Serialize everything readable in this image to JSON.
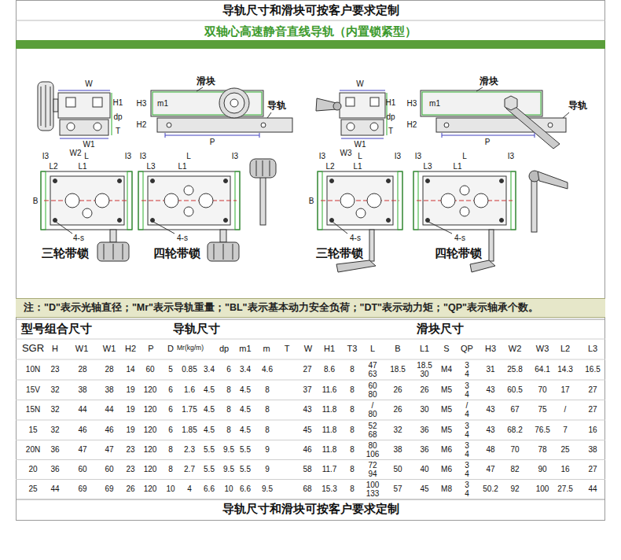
{
  "diagram": {
    "title": "双轴心高速静音直线导轨（内置锁紧型）",
    "nodes": [
      {
        "text": [
          "注：\"D\"表示光轴直径；\"Mr\"表示导轨重量；\"BL\"表示基本动力安全负荷；\"DT\"表示动力矩；\"QP\"表示轴承个数。"
        ]
      }
    ],
    "labels": [
      "导轨尺寸和滑块可按客户要求定制",
      "W",
      "H1",
      "dp",
      "T",
      "W1",
      "W2",
      "滑块",
      "H3",
      "m1",
      "H2",
      "导轨",
      "P",
      "W",
      "H1",
      "dp",
      "T",
      "W1",
      "W3",
      "滑块",
      "H3",
      "m1",
      "H2",
      "导轨",
      "P",
      "I3",
      "L",
      "I3",
      "L2",
      "L1",
      "B",
      "4-s",
      "三轮带锁",
      "I3",
      "L",
      "I3",
      "L3",
      "L1",
      "4-s",
      "四轮带锁",
      "I3",
      "L",
      "I3",
      "L2",
      "L1",
      "B",
      "4-s",
      "三轮带锁",
      "I3",
      "L",
      "I3",
      "L3",
      "L1",
      "4-s",
      "四轮带锁",
      "型号组合尺寸",
      "导轨尺寸",
      "滑块尺寸",
      "SGR",
      "H",
      "W1",
      "W1",
      "H2",
      "P",
      "D",
      "Mr(kg/m)",
      "dp",
      "m1",
      "m",
      "T",
      "W",
      "H1",
      "T3",
      "L",
      "B",
      "L1",
      "S",
      "QP",
      "H3",
      "W2",
      "W3",
      "L2",
      "L3",
      "10N",
      "23",
      "28",
      "28",
      "14",
      "60",
      "5",
      "0.85",
      "3.4",
      "6",
      "3.4",
      "4.6",
      "27",
      "8.6",
      "8",
      "47 63",
      "18.5",
      "18.5 30",
      "M4",
      "3 4",
      "31",
      "25.8",
      "64.1",
      "14.3",
      "16.5",
      "15V",
      "32",
      "38",
      "38",
      "19",
      "120",
      "6",
      "1.6",
      "4.5",
      "8",
      "4.5",
      "8",
      "37",
      "11.6",
      "8",
      "60 80",
      "26",
      "26",
      "M5",
      "3 4",
      "43",
      "60.5",
      "70",
      "17",
      "27",
      "15N",
      "32",
      "44",
      "44",
      "19",
      "120",
      "6",
      "1.75",
      "4.5",
      "8",
      "4.5",
      "8",
      "43",
      "11.8",
      "8",
      "/ 80",
      "26",
      "30",
      "M5",
      "/ 4",
      "43",
      "67",
      "75",
      "/",
      "27",
      "15",
      "32",
      "46",
      "46",
      "19",
      "120",
      "6",
      "1.85",
      "4.5",
      "8",
      "4.5",
      "8",
      "45",
      "11.8",
      "8",
      "52 68",
      "32",
      "36",
      "M5",
      "3 4",
      "43",
      "68.2",
      "76.5",
      "7",
      "16",
      "20N",
      "36",
      "47",
      "47",
      "23",
      "120",
      "8",
      "2.3",
      "5.5",
      "9.5",
      "5.5",
      "9",
      "46",
      "11.8",
      "8",
      "80 106",
      "38",
      "36",
      "M6",
      "3 4",
      "48",
      "70",
      "78",
      "25",
      "38",
      "20",
      "36",
      "60",
      "60",
      "23",
      "120",
      "8",
      "2.7",
      "5.5",
      "9.5",
      "5.5",
      "9",
      "58",
      "11.7",
      "8",
      "72 94",
      "50",
      "40",
      "M6",
      "3 4",
      "47",
      "82",
      "90",
      "16",
      "27",
      "25",
      "44",
      "69",
      "69",
      "26",
      "120",
      "10",
      "4",
      "6.6",
      "10",
      "6.6",
      "9.5",
      "68",
      "15.3",
      "8",
      "100 133",
      "57",
      "45",
      "M8",
      "3 4",
      "50.2",
      "92",
      "100",
      "27.5",
      "44",
      "导轨尺寸和滑块可按客户要求定制"
    ]
  }
}
